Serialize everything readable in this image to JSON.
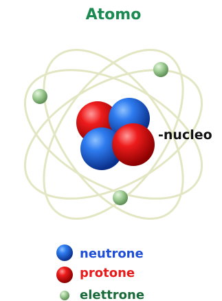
{
  "title": "Atomo",
  "nucleus_label": "-nucleo",
  "legend": {
    "neutron": "neutrone",
    "proton": "protone",
    "electron": "elettrone"
  },
  "colors": {
    "title": "#1a8a50",
    "neutron": "#1e5ad8",
    "proton": "#e81a1a",
    "electron": "#1a6b3a",
    "orbit": "#e2e6c2",
    "electron_fill": "#9fcb96"
  }
}
